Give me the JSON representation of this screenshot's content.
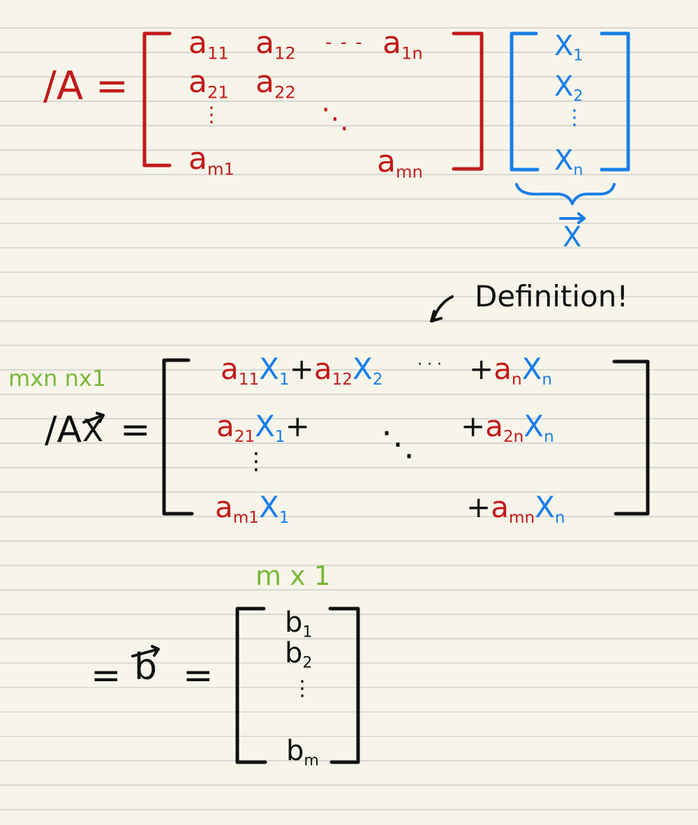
{
  "colors": {
    "red": "#c21a1a",
    "blue": "#1a7ee8",
    "black": "#111111",
    "green": "#7ab83a",
    "paper": "#f7f5ea",
    "rule": "#d8d8d2"
  },
  "matrix_A": {
    "lhs": "/A =",
    "a11": "a",
    "a11_sub": "11",
    "a12": "a",
    "a12_sub": "12",
    "a1n": "a",
    "a1n_sub": "1n",
    "a21": "a",
    "a21_sub": "21",
    "a22": "a",
    "a22_sub": "22",
    "am1": "a",
    "am1_sub": "m1",
    "amn": "a",
    "amn_sub": "mn",
    "hdots": "- - -",
    "vdots": "⋮",
    "ddots": "⋱"
  },
  "vector_x": {
    "x1": "X",
    "x1_sub": "1",
    "x2": "X",
    "x2_sub": "2",
    "xn": "X",
    "xn_sub": "n",
    "vdots": "⋮",
    "label": "X"
  },
  "note": "Definition!",
  "product": {
    "dims": "mxn nx1",
    "lhs": "/A",
    "lhs_x": "X",
    "eq": "=",
    "row1": {
      "t1": "a",
      "t1_sub": "11",
      "t1x": "X",
      "t1x_sub": "1",
      "plus1": "+",
      "t2": "a",
      "t2_sub": "12",
      "t2x": "X",
      "t2x_sub": "2",
      "dots": "· · ·",
      "plus2": "+",
      "tn": "a",
      "tn_sub": "n",
      "tnx": "X",
      "tnx_sub": "n"
    },
    "row2": {
      "t1": "a",
      "t1_sub": "21",
      "t1x": "X",
      "t1x_sub": "1",
      "plus1": "+",
      "plus2": "+",
      "tn": "a",
      "tn_sub": "2n",
      "tnx": "X",
      "tnx_sub": "n"
    },
    "row3": {
      "t1": "a",
      "t1_sub": "m1",
      "t1x": "X",
      "t1x_sub": "1",
      "plus2": "+",
      "tn": "a",
      "tn_sub": "mn",
      "tnx": "X",
      "tnx_sub": "n"
    },
    "vdots": "⋮",
    "ddots": "⋱"
  },
  "vector_b": {
    "dims": "m x 1",
    "eq1": "=",
    "b": "b",
    "eq2": "=",
    "b1": "b",
    "b1_sub": "1",
    "b2": "b",
    "b2_sub": "2",
    "vdots": "⋮",
    "bm": "b",
    "bm_sub": "m"
  }
}
